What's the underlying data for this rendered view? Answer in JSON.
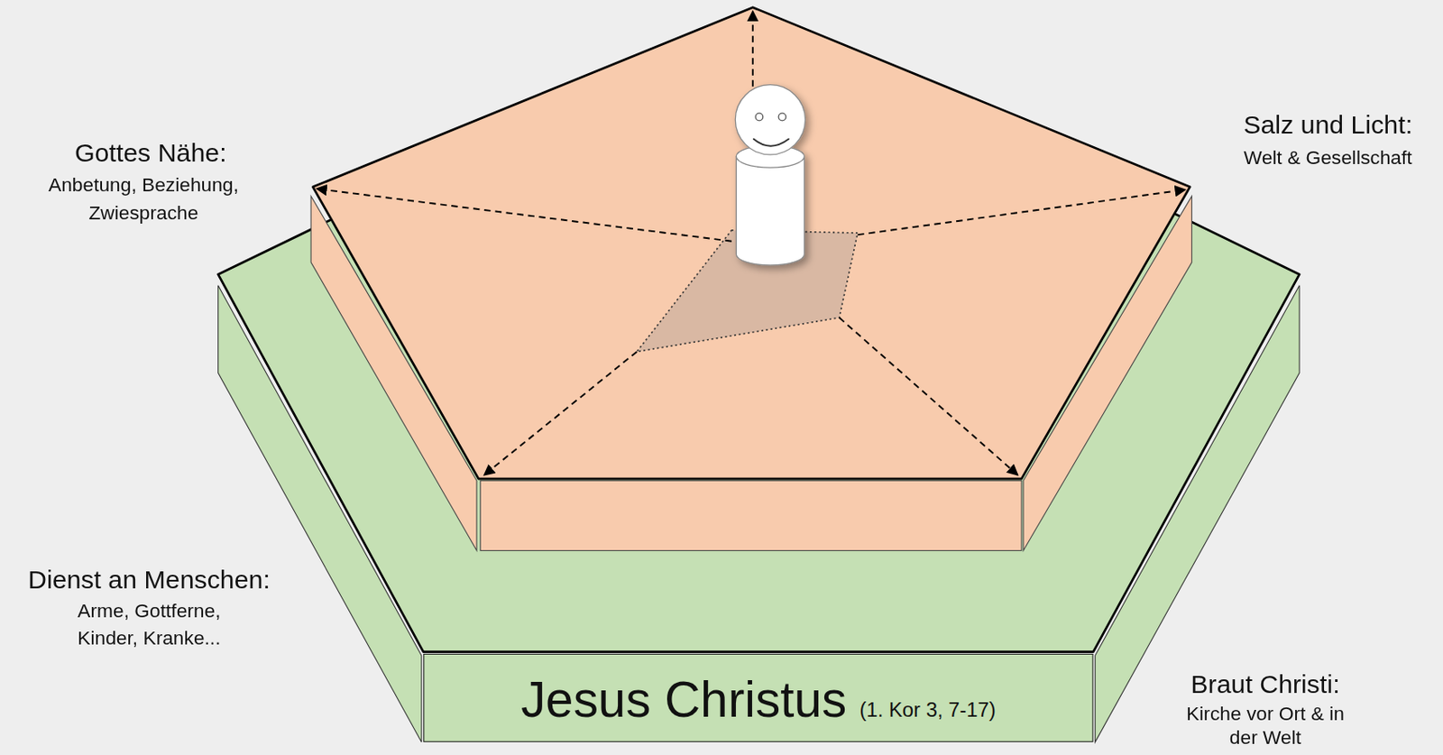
{
  "diagram": {
    "nodes": [
      {
        "text": [
          "Jesus Christus",
          "(1. Kor 3, 7-17)"
        ]
      }
    ],
    "labels": [
      "Gottes Nähe:",
      "Anbetung, Beziehung, Zwiesprache",
      "Salz und Licht:",
      "Welt & Gesellschaft",
      "Dienst an Menschen:",
      "Arme, Gottferne, Kinder, Kranke...",
      "Braut Christi:",
      "Kirche vor Ort & in der Welt"
    ]
  }
}
